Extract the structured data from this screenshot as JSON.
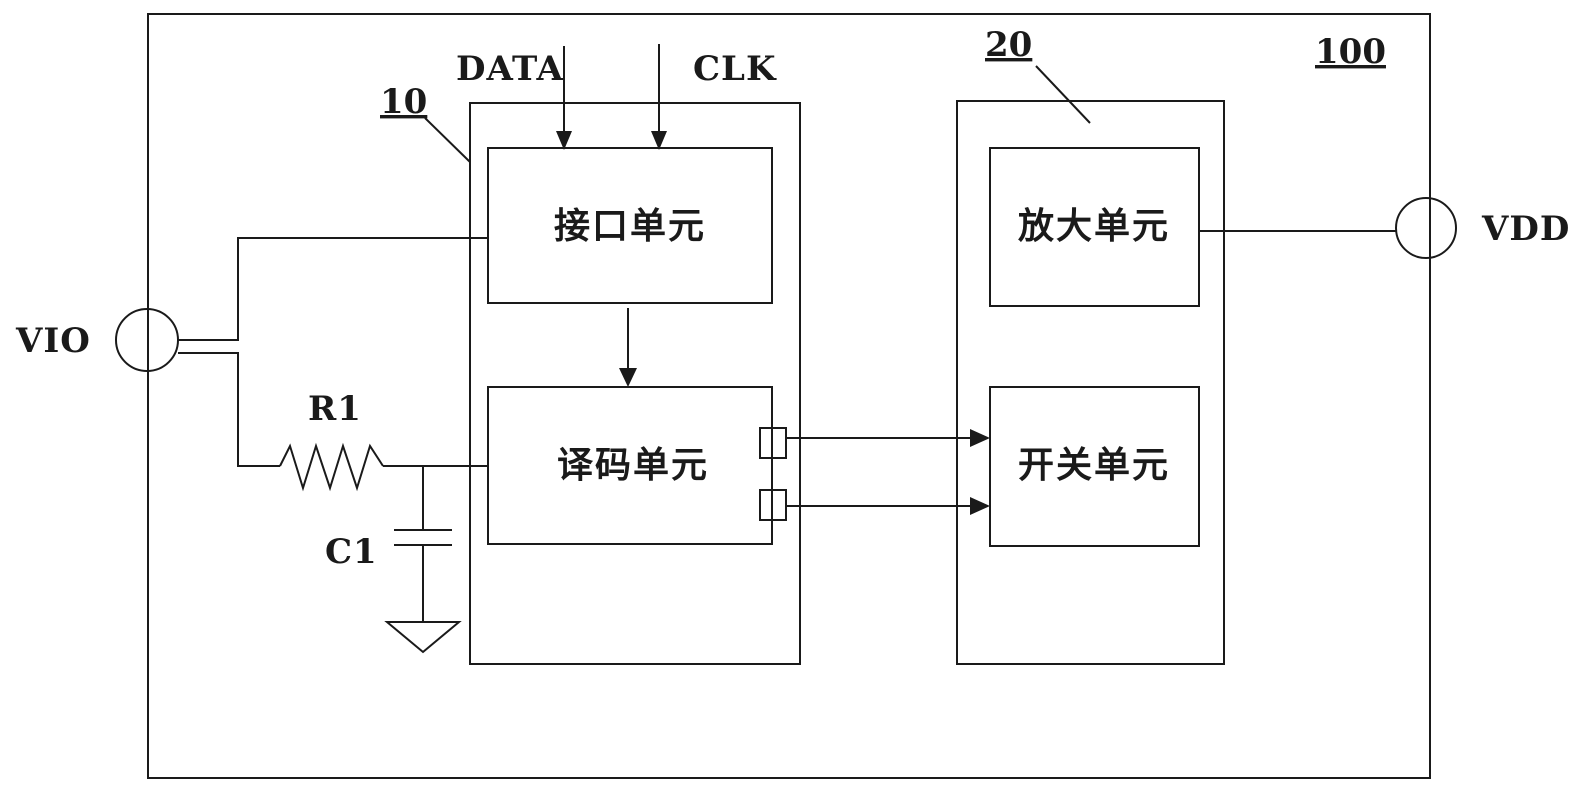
{
  "reference_numbers": {
    "device": "100",
    "module_10": "10",
    "module_20": "20"
  },
  "signals": {
    "data": "DATA",
    "clk": "CLK",
    "vio": "VIO",
    "vdd": "VDD"
  },
  "components": {
    "resistor": "R1",
    "capacitor": "C1"
  },
  "units": {
    "interface": "接口单元",
    "decode": "译码单元",
    "amplifier": "放大单元",
    "switch": "开关单元"
  }
}
